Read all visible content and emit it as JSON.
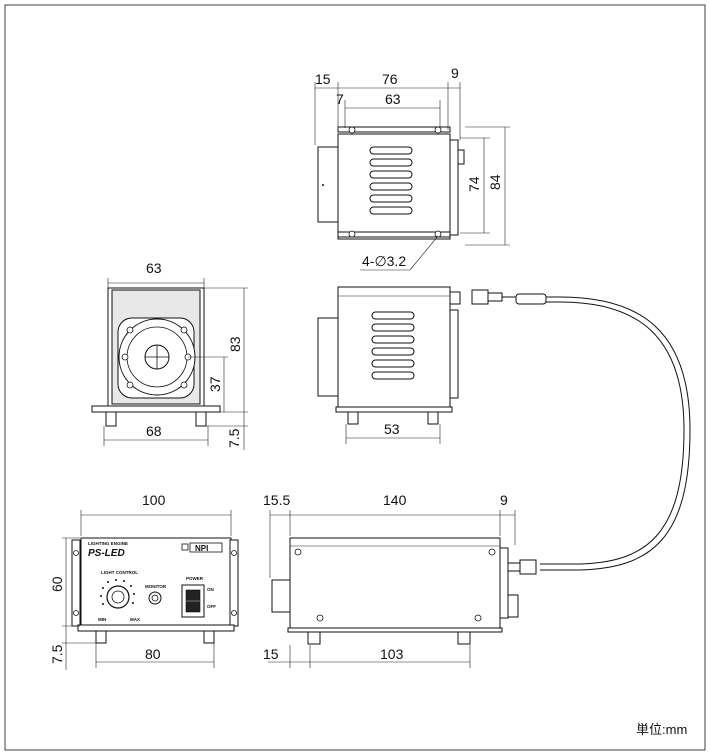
{
  "dimensions": {
    "top_view": {
      "d15": "15",
      "d76": "76",
      "d9": "9",
      "d7": "7",
      "d63": "63",
      "d74": "74",
      "d84": "84",
      "holes": "4-∅3.2"
    },
    "left_view": {
      "d63": "63",
      "d83": "83",
      "d37": "37",
      "d68": "68",
      "d75": "7.5"
    },
    "middle_view": {
      "d53": "53"
    },
    "front_view": {
      "d100": "100",
      "d60": "60",
      "d75": "7.5",
      "d80": "80"
    },
    "side_view": {
      "d155": "15.5",
      "d140": "140",
      "d9": "9",
      "d15": "15",
      "d103": "103"
    }
  },
  "panel": {
    "brand_top": "LIGHTING ENGINE",
    "brand": "PS-LED",
    "logo": "NPI",
    "light_control": "LIGHT CONTROL",
    "min": "MIN",
    "max": "MAX",
    "monitor": "MONITOR",
    "power": "POWER",
    "on": "ON",
    "off": "OFF"
  },
  "unit_label": "単位:mm"
}
